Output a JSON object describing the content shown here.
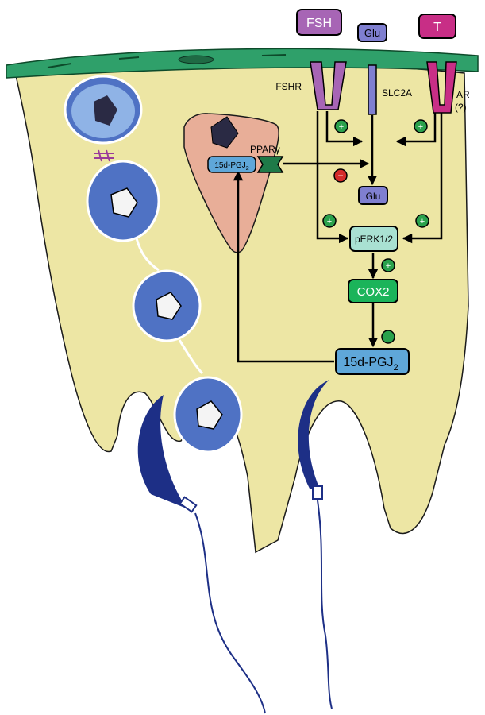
{
  "ligands": {
    "fsh": "FSH",
    "glu": "Glu",
    "t": "T"
  },
  "receptors": {
    "fshr": "FSHR",
    "slc2a": "SLC2A",
    "ar": "AR",
    "ar_note": "(?)"
  },
  "nodes": {
    "glu_inside": "Glu",
    "perk": "pERK1/2",
    "cox2": "COX2",
    "pgj2_main": "15d-PGJ",
    "pgj2_sub": "2",
    "pgj2_small": "15d-PGJ",
    "pgj2_small_sub": "2"
  },
  "labels": {
    "ppar": "PPARγ"
  },
  "signs": {
    "plus": "+",
    "minus": "−"
  },
  "colors": {
    "cytoplasm": "#ede6a4",
    "membrane": "#2fa06a",
    "fsh": "#a765b5",
    "glu": "#7f7fd0",
    "t": "#c82e86",
    "perk": "#a9e1d2",
    "cox2": "#1bb45a",
    "pgj2": "#5fa7d9",
    "sertoli_nucleus": "#e8ae98",
    "germ_cell": "#4f72c4",
    "spermatid": "#1d2f86",
    "stimulatory": "#2aa14c",
    "inhibitory": "#d42a2a"
  }
}
